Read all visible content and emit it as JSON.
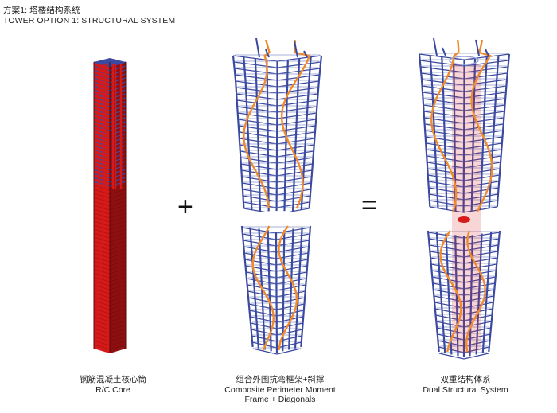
{
  "header": {
    "title_cn": "方案1: 塔楼结构系统",
    "title_en": "TOWER OPTION 1: STRUCTURAL SYSTEM"
  },
  "operators": {
    "plus": "+",
    "equals": "="
  },
  "captions": {
    "core": {
      "cn": "钢筋混凝土核心筒",
      "en": "R/C Core"
    },
    "frame": {
      "cn": "组合外围抗弯框架+斜撑",
      "en_line1": "Composite Perimeter Moment",
      "en_line2": "Frame + Diagonals"
    },
    "dual": {
      "cn": "双重结构体系",
      "en": "Dual Structural System"
    }
  },
  "colors": {
    "frame": "#3b4aa0",
    "frame_light": "#8d96cc",
    "core": "#d61a1a",
    "core_dark": "#8e0f0f",
    "diagonal": "#f08a2a"
  }
}
